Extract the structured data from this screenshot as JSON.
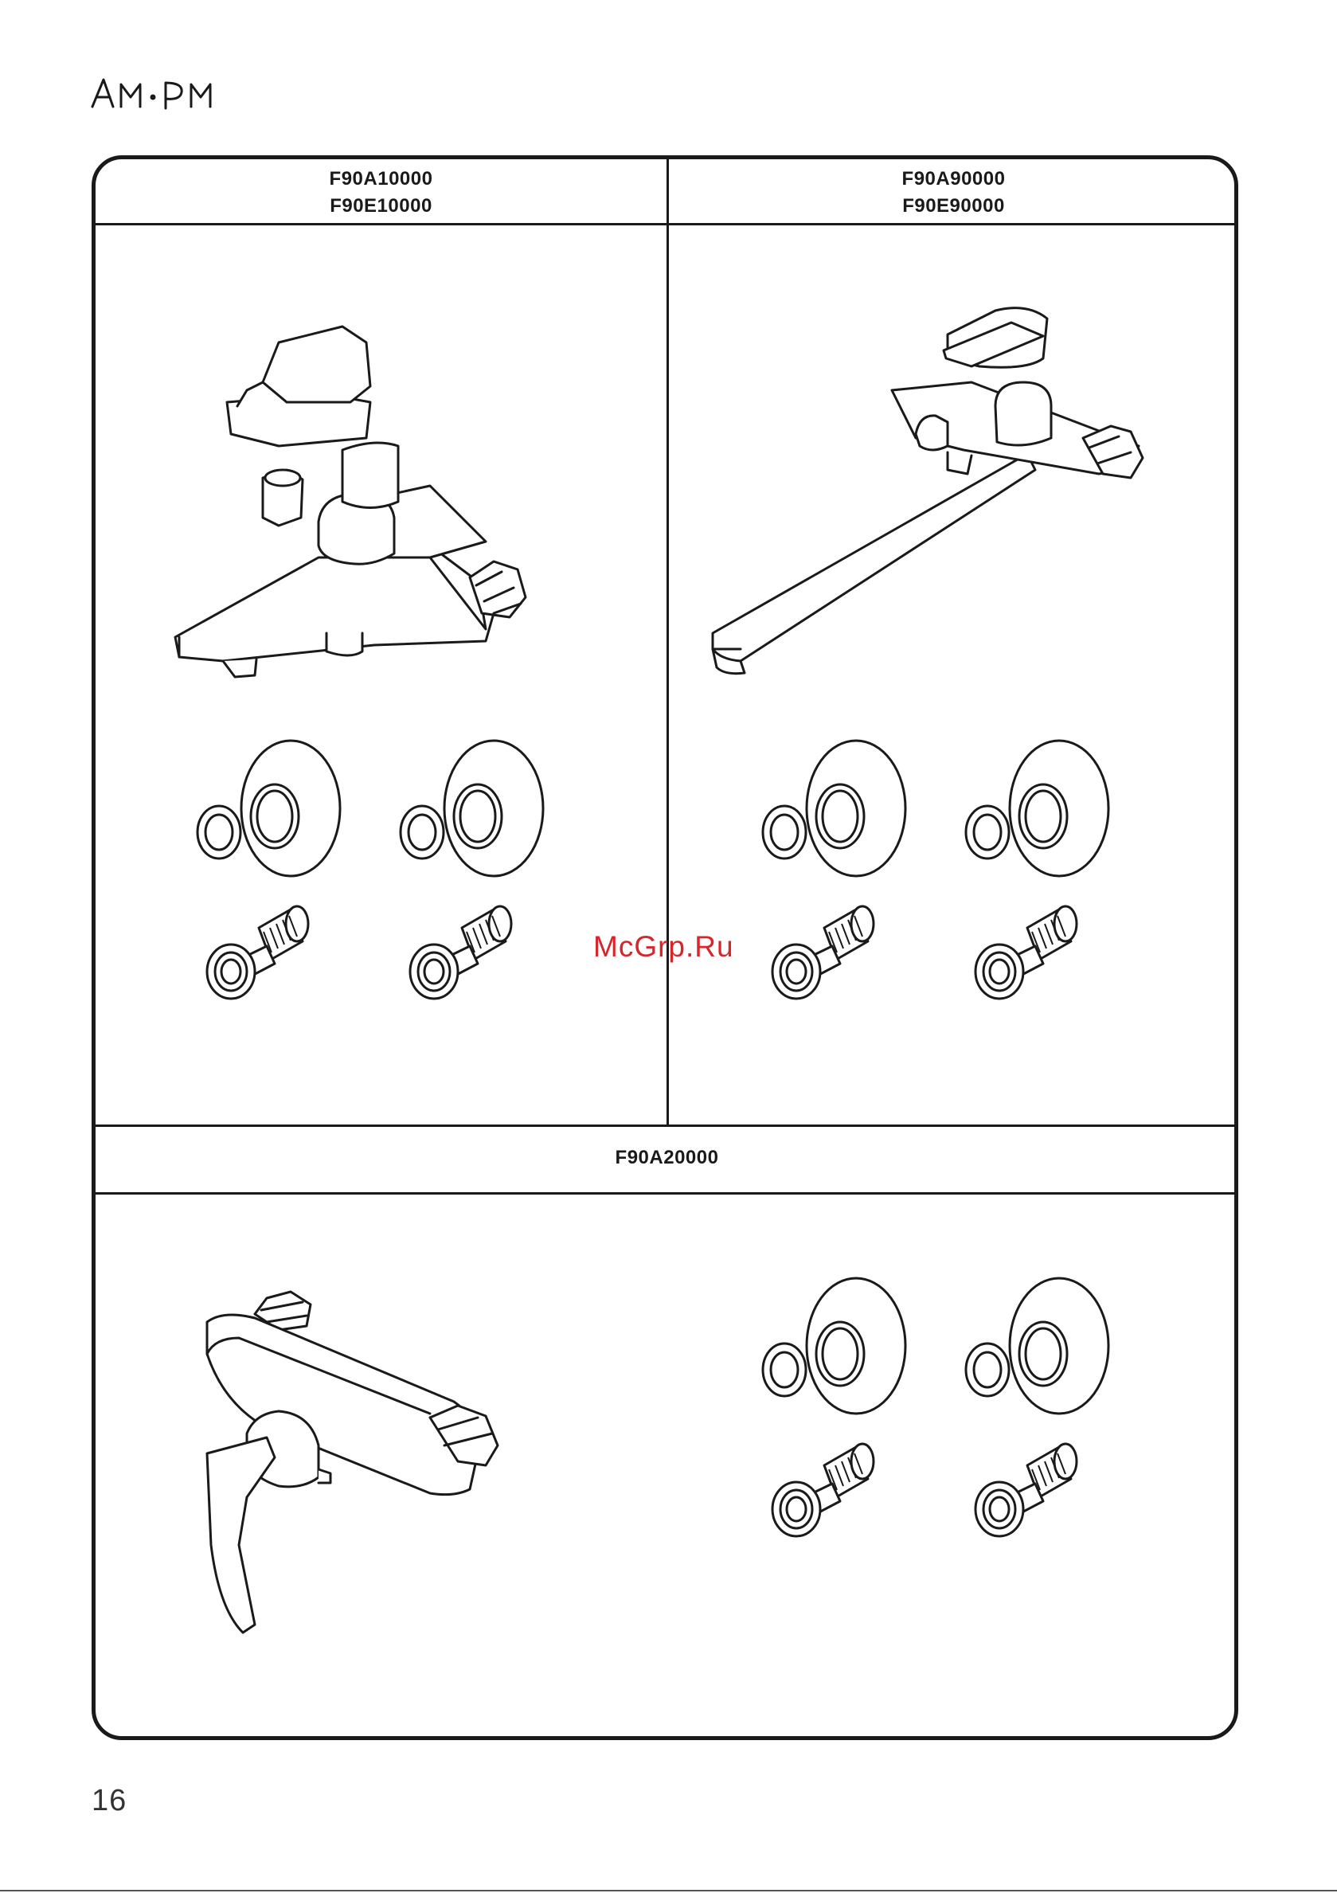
{
  "brand": {
    "logo_text": "AM·PM"
  },
  "panels": {
    "top_left": {
      "codes": [
        "F90A10000",
        "F90E10000"
      ]
    },
    "top_right": {
      "codes": [
        "F90A90000",
        "F90E90000"
      ]
    },
    "bottom": {
      "codes": [
        "F90A20000"
      ]
    }
  },
  "watermark": "McGrp.Ru",
  "page_number": "16",
  "colors": {
    "line": "#1a1a1a",
    "watermark": "#d8252a"
  }
}
